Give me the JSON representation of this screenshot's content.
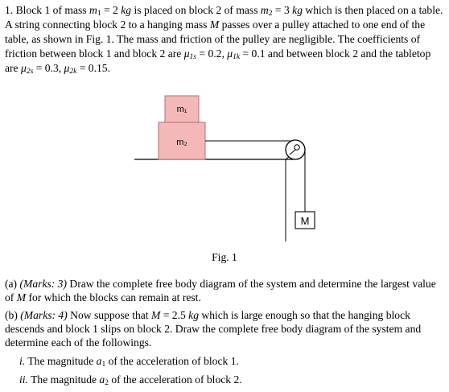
{
  "problem": {
    "number": "1.",
    "intro_parts": [
      "Block 1 of mass ",
      " = 2 ",
      " is placed on block 2 of mass ",
      " = 3 ",
      " which is then placed on a table. A string connecting block 2 to a hanging mass ",
      " passes over a pulley attached to one end of the table, as shown in Fig. 1. The mass and friction of the pulley are negligible. The coefficients of friction between block 1 and block 2 are ",
      " = 0.2, ",
      " = 0.1 and between block 2 and the tabletop are ",
      " = 0.3, ",
      " = 0.15."
    ],
    "symbols": {
      "m": "m",
      "kg": "kg",
      "M": "M",
      "mu": "μ",
      "sub_1": "1",
      "sub_2": "2",
      "sub_1s": "1s",
      "sub_1k": "1k",
      "sub_2s": "2s",
      "sub_2k": "2k"
    }
  },
  "figure": {
    "block1_label": "m₁",
    "block2_label": "m₂",
    "hanging_label": "M",
    "caption": "Fig. 1",
    "colors": {
      "block_fill": "#f4b8b8",
      "block_stroke": "#b07070",
      "line": "#000000"
    }
  },
  "part_a": {
    "label": "(a) ",
    "marks": "(Marks: 3)",
    "text_before_M": " Draw the complete free body diagram of the system and determine the largest value of ",
    "M": "M",
    "text_after_M": " for which the blocks can remain at rest."
  },
  "part_b": {
    "label": "(b) ",
    "marks": "(Marks: 4)",
    "text_1": " Now suppose that ",
    "M": "M",
    "text_2": " = 2.5 ",
    "kg": "kg",
    "text_3": " which is large enough so that the hanging block descends and block 1 slips on block 2. Draw the complete free body diagram of the system and determine each of the followings."
  },
  "sub_items": [
    {
      "roman": "i.",
      "text_before": " The magnitude ",
      "symbol": "a",
      "sub": "1",
      "text_after": " of the acceleration of block 1."
    },
    {
      "roman": "ii.",
      "text_before": " The magnitude ",
      "symbol": "a",
      "sub": "2",
      "text_after": " of the acceleration of block 2."
    }
  ]
}
